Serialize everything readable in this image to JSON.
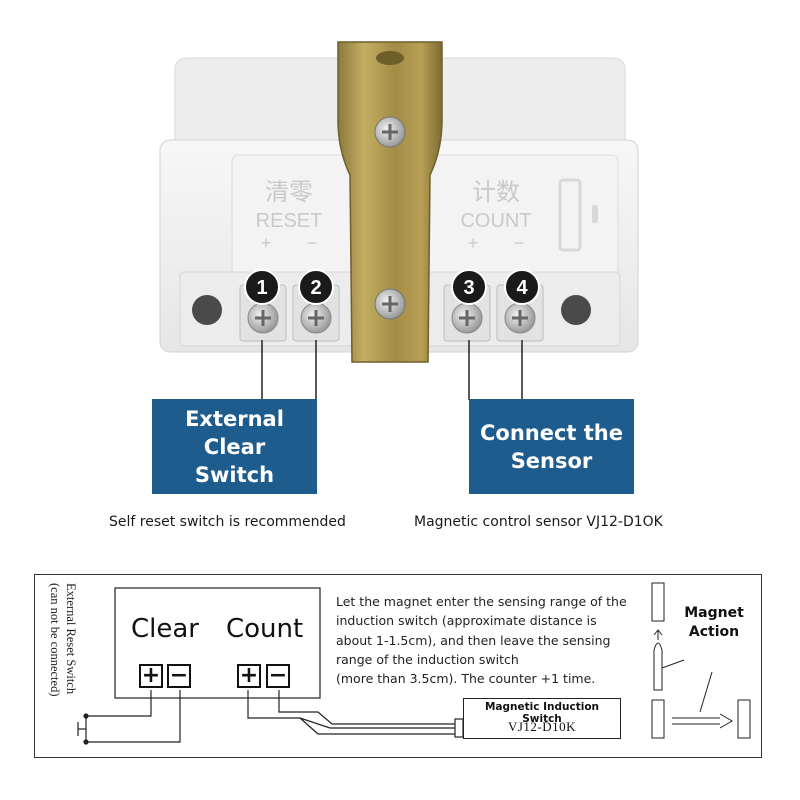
{
  "device": {
    "reset_cn": "清零",
    "reset_en": "RESET",
    "count_cn": "计数",
    "count_en": "COUNT",
    "polarity_plus": "+",
    "polarity_minus": "−",
    "terminals": [
      "1",
      "2",
      "3",
      "4"
    ]
  },
  "callouts": {
    "left": {
      "line1": "External Clear",
      "line2": "Switch"
    },
    "right": {
      "line1": "Connect the",
      "line2": "Sensor"
    }
  },
  "captions": {
    "left": "Self reset switch is recommended",
    "right": "Magnetic control sensor VJ12-D1OK"
  },
  "diagram": {
    "vertical_label_1": "External Reset Switch",
    "vertical_label_2": "(can not be connected)",
    "clear_label": "Clear",
    "count_label": "Count",
    "term_plus": "+",
    "term_minus": "−",
    "instructions": [
      "Let the magnet enter the sensing range of the",
      "induction switch (approximate distance is",
      "about 1-1.5cm), and then leave the sensing",
      "range of the induction switch",
      "(more than 3.5cm). The counter +1 time."
    ],
    "sensor_title": "Magnetic Induction Switch",
    "sensor_model": "VJ12-D10K",
    "magnet_action_line1": "Magnet",
    "magnet_action_line2": "Action"
  },
  "colors": {
    "callout_blue": "#1f5c8e",
    "badge_black": "#1a1a1a",
    "bracket_metal": "#b39b4c"
  }
}
